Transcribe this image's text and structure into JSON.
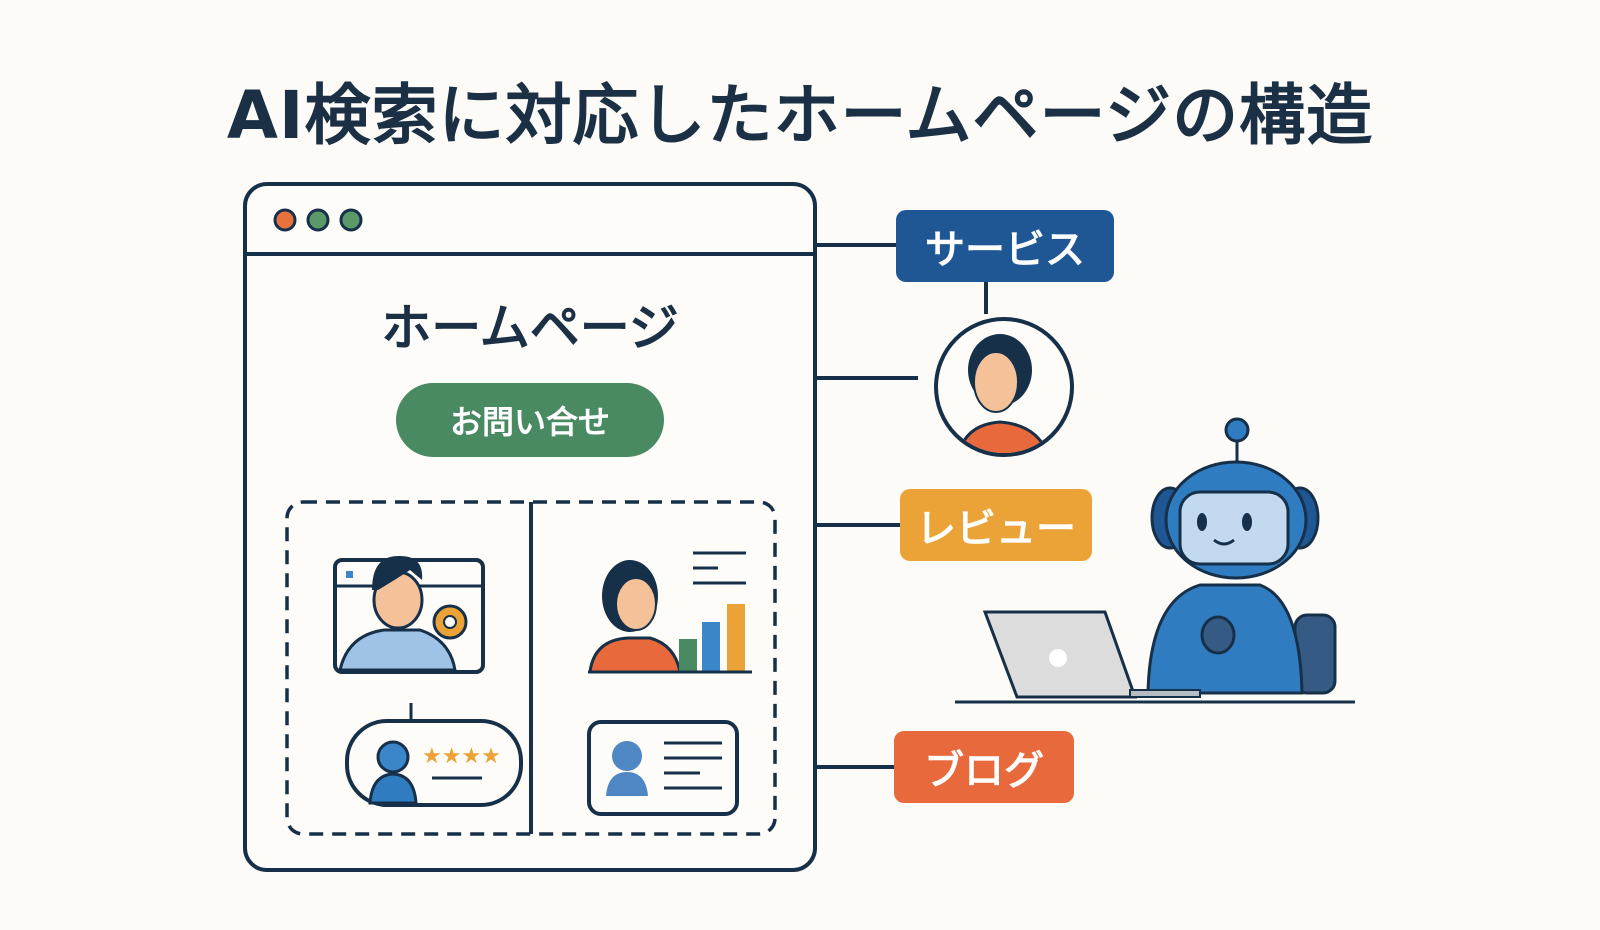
{
  "title": "AI検索に対応したホームページの構造",
  "browser": {
    "window_dots": [
      "#e8723e",
      "#5b9a68",
      "#5b9a68"
    ],
    "page_title": "ホームページ",
    "cta_button": "お問い合せ",
    "cta_color": "#4a8a63"
  },
  "labels": [
    {
      "text": "サービス",
      "color": "#1e5794"
    },
    {
      "text": "レビュー",
      "color": "#eba337"
    },
    {
      "text": "ブログ",
      "color": "#e8693b"
    }
  ],
  "icons": {
    "content_cards": [
      "person-with-gear-icon",
      "person-with-chart-icon",
      "review-stars-icon",
      "profile-card-icon"
    ],
    "review_stars": 4,
    "character": "robot-with-laptop-icon"
  }
}
